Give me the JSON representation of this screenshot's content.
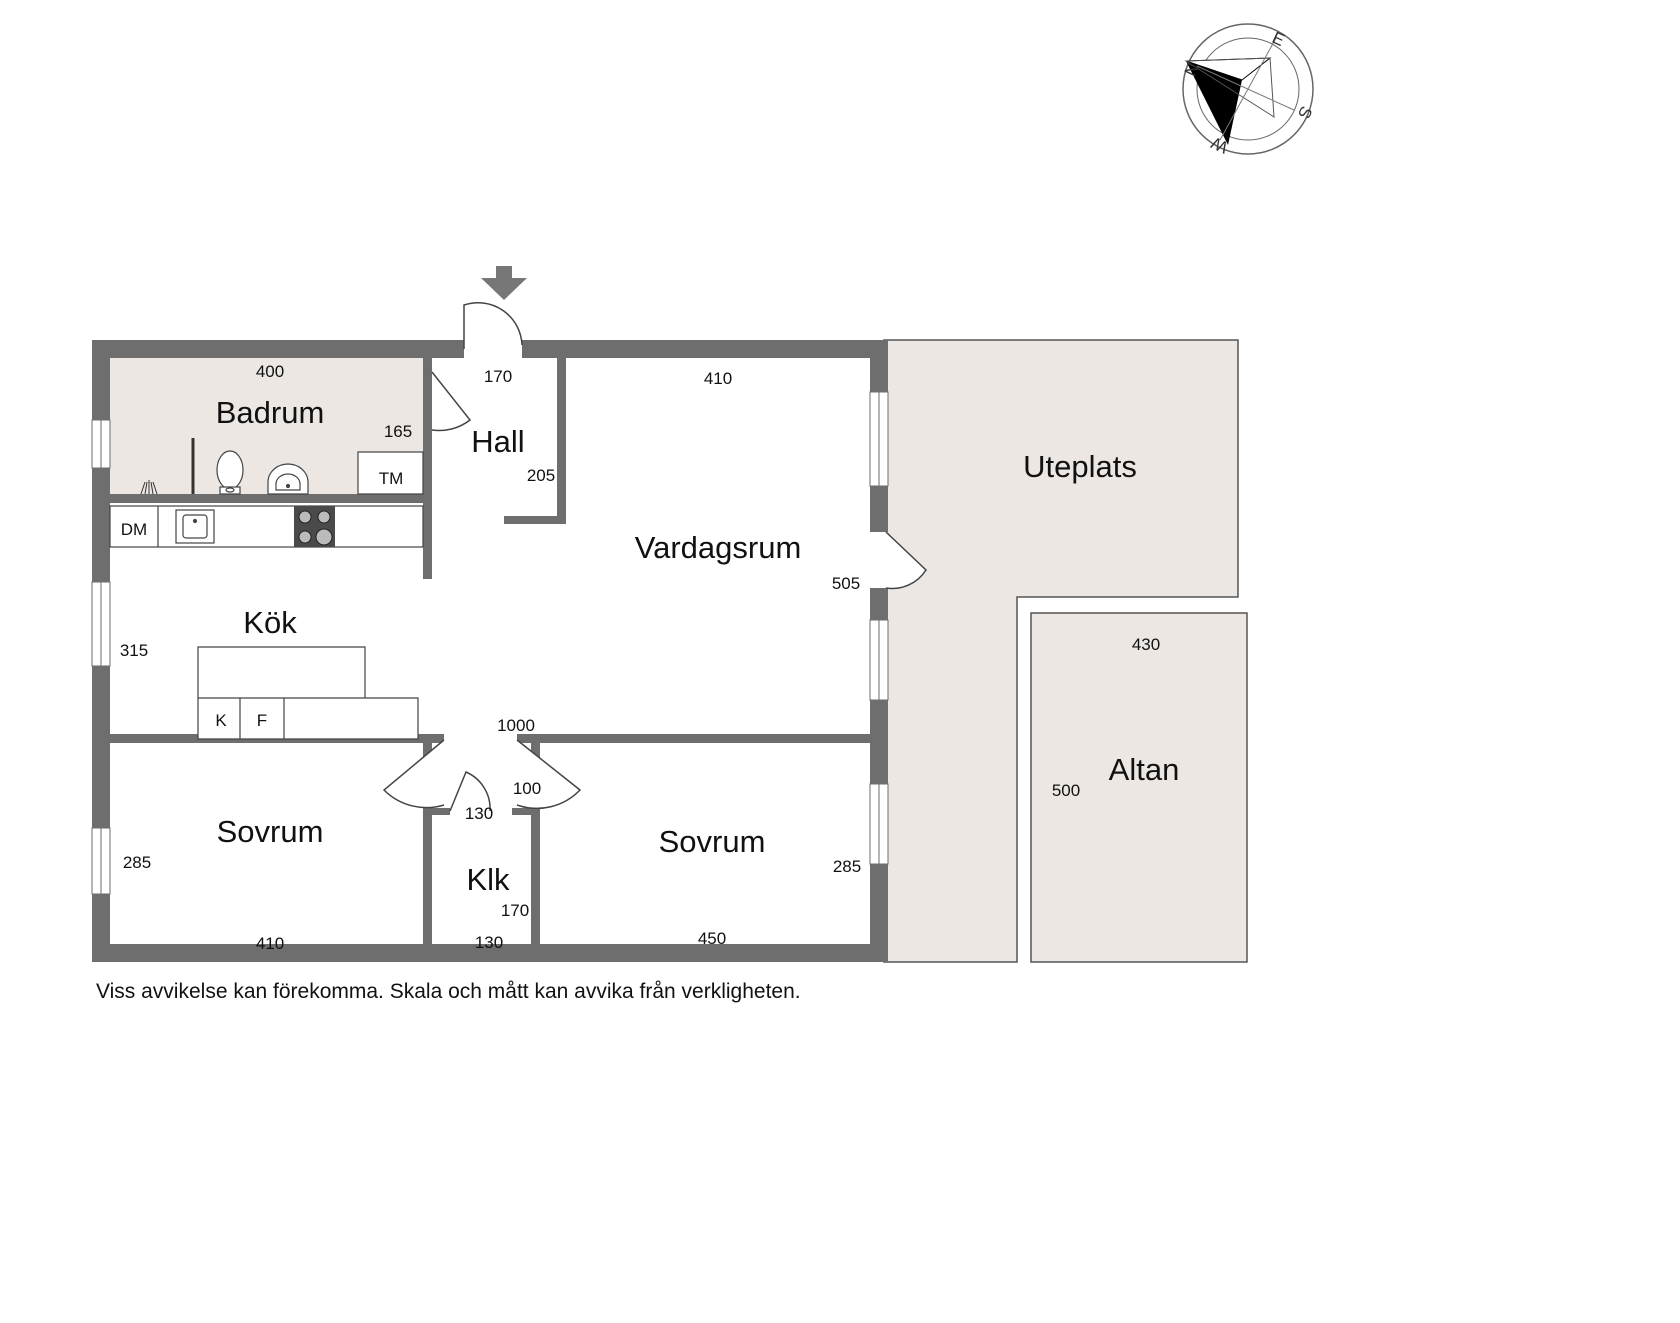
{
  "rooms": {
    "badrum": "Badrum",
    "hall": "Hall",
    "vardagsrum": "Vardagsrum",
    "kok": "Kök",
    "sovrum_left": "Sovrum",
    "sovrum_right": "Sovrum",
    "klk": "Klk",
    "uteplats": "Uteplats",
    "altan": "Altan"
  },
  "dimensions": {
    "badrum_width": "400",
    "badrum_depth": "165",
    "hall_width": "170",
    "hall_depth": "205",
    "vardagsrum_width": "410",
    "vardagsrum_depth": "505",
    "kok_depth": "315",
    "total_width": "1000",
    "sovrum_left_depth": "285",
    "sovrum_left_width": "410",
    "klk_width_top": "130",
    "klk_depth": "170",
    "klk_width_bottom": "130",
    "corridor_width": "100",
    "sovrum_right_width": "450",
    "sovrum_right_depth": "285",
    "altan_width": "430",
    "altan_depth": "500"
  },
  "appliances": {
    "tm": "TM",
    "dm": "DM",
    "k": "K",
    "f": "F"
  },
  "compass": {
    "n": "N",
    "e": "E",
    "s": "S",
    "w": "W"
  },
  "disclaimer": "Viss avvikelse kan förekomma. Skala och mått kan avvika från verkligheten.",
  "colors": {
    "wall": "#6e6e6e",
    "floor_tint": "#ece7e3",
    "outline": "#555555",
    "compass_fill": "#000000"
  }
}
